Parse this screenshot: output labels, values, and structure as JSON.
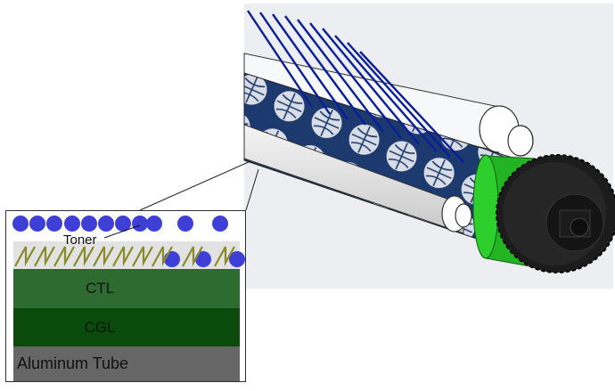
{
  "inset": {
    "toner_label": "Toner",
    "layers": [
      {
        "label": "CTL",
        "color": "#2e6b31"
      },
      {
        "label": "CGL",
        "color": "#0a4a0a"
      },
      {
        "label": "Aluminum Tube",
        "color": "#666666"
      }
    ],
    "toner_color": "#3d3fd6",
    "charge_color": "#8a8a2a"
  },
  "drum": {
    "gear_color": "#1c1c1c",
    "band_color": "#22b422",
    "laser_color": "#0a1e9c",
    "drum_pattern_color": "#1d3a6e"
  }
}
